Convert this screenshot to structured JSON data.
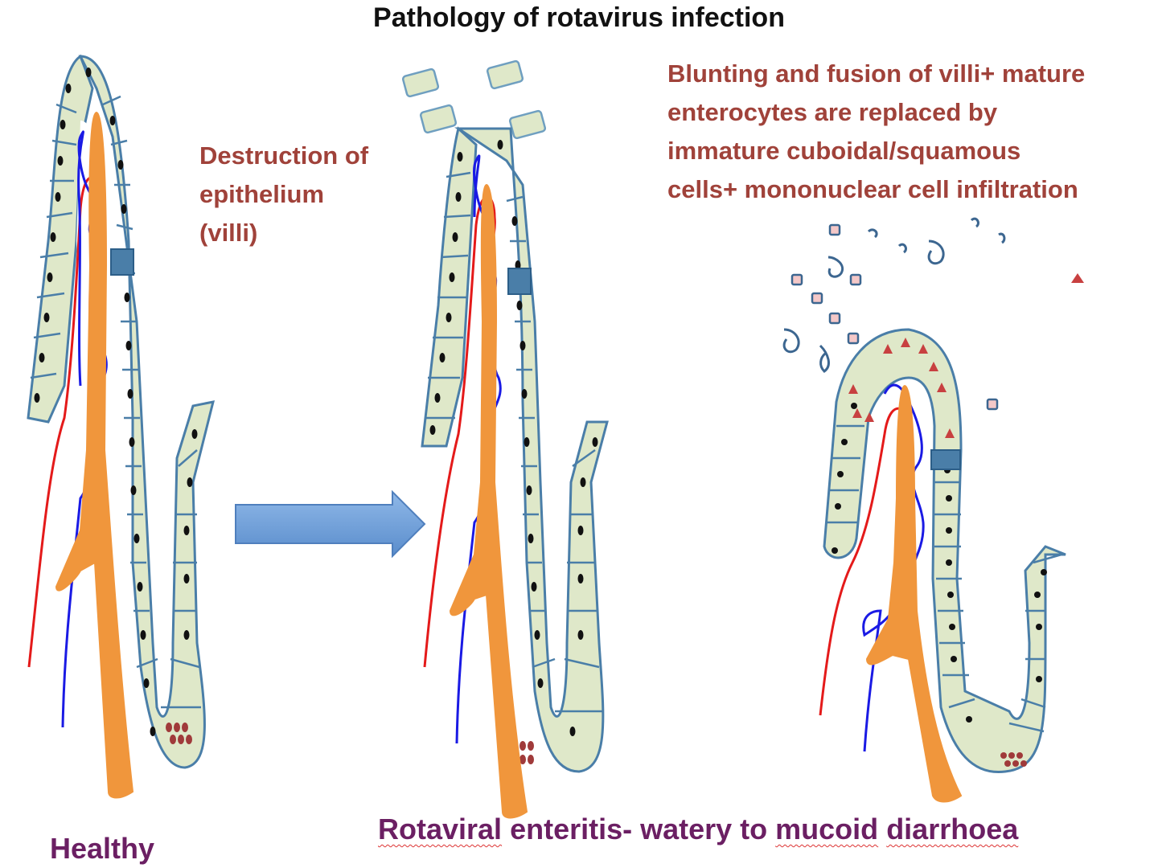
{
  "title": "Pathology of rotavirus infection",
  "annotations": {
    "destruction": "Destruction of\nepithelium\n(villi)",
    "blunting": "Blunting and fusion of villi+ mature\nenterocytes are replaced by\nimmature cuboidal/squamous\ncells+ mononuclear cell infiltration"
  },
  "captions": {
    "healthy": "Healthy",
    "enteritis_w1": "Rotaviral",
    "enteritis_w2": " enteritis- watery to ",
    "enteritis_w3": "mucoid",
    "enteritis_w4": " ",
    "enteritis_w5": "diarrhoea"
  },
  "colors": {
    "epithelium_fill": "#dfe8c9",
    "cell_border": "#4a7ea8",
    "lacteal": "#f0963c",
    "artery": "#e41a1a",
    "vein": "#1a1ae4",
    "arrow": "#6f9fd8",
    "annotation_text": "#a0423a",
    "caption_text": "#6b1f63"
  }
}
